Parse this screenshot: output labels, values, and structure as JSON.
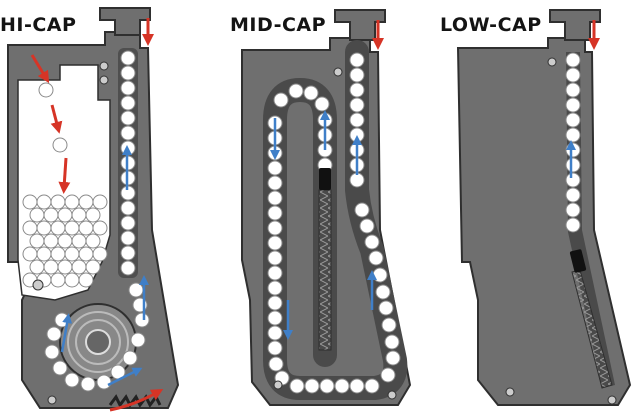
{
  "diagram": {
    "panels": [
      {
        "title": "HI-CAP"
      },
      {
        "title": "MID-CAP"
      },
      {
        "title": "LOW-CAP"
      }
    ]
  },
  "colors": {
    "body": "#6f6f6f",
    "body_dark": "#555555",
    "outline": "#2f2f2f",
    "bb": "#ffffff",
    "arrow_red": "#d63426",
    "arrow_blue": "#3f7fc8"
  }
}
